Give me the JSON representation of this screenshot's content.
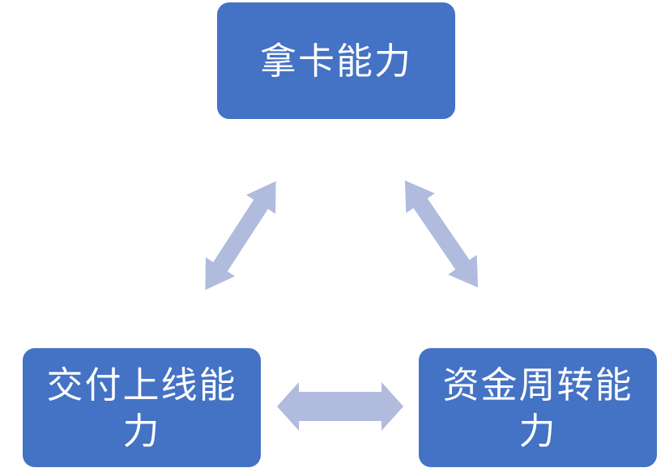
{
  "diagram": {
    "type": "cycle",
    "nodes": {
      "top": {
        "label": "拿卡能力"
      },
      "bottom_left": {
        "label": "交付上线能\n力"
      },
      "bottom_right": {
        "label": "资金周转能\n力"
      }
    },
    "connectors": [
      {
        "name": "top-to-bottom-left",
        "type": "double-headed-arrow"
      },
      {
        "name": "top-to-bottom-right",
        "type": "double-headed-arrow"
      },
      {
        "name": "bottom-left-to-bottom-right",
        "type": "double-headed-arrow"
      }
    ],
    "colors": {
      "node_fill": "#4472C4",
      "node_text": "#FFFFFF",
      "arrow_fill": "#B0BBDE",
      "background": "#FFFFFF"
    }
  }
}
